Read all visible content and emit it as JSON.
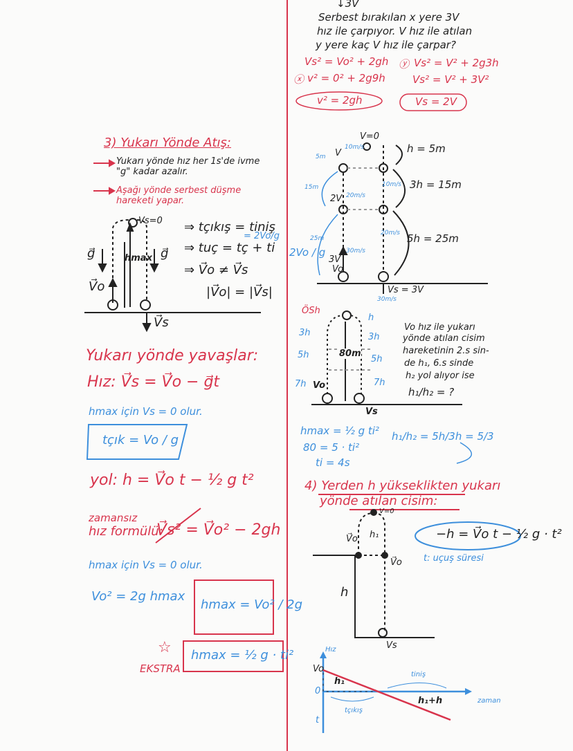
{
  "colors": {
    "red": "#d8344c",
    "blue": "#3d8fdc",
    "ink": "#222222"
  },
  "top_right": {
    "mark": "↓3V",
    "question": [
      "Serbest bırakılan x yere 3V",
      "hız ile çarpıyor. V hız ile atılan",
      "y yere kaç V hız ile çarpar?"
    ],
    "x_label": "ⓧ",
    "x_work": [
      "Vs² = Vo² + 2gh",
      "v² = 0² + 2g9h"
    ],
    "x_result": "v² = 2gh",
    "y_label": "ⓨ",
    "y_work": [
      "Vs² = V² + 2g3h",
      "Vs² = V² + 3V²"
    ],
    "y_result": "Vs = 2V"
  },
  "section3": {
    "title": "3) Yukarı Yönde Atış:",
    "bullets": [
      "Yukarı yönde hız her 1s'de ivme \"g\" kadar azalır.",
      "Aşağı yönde serbest düşme hareketi yapar."
    ],
    "diagram": {
      "top_label": "Vs=0",
      "g_left": "g⃗",
      "g_right": "g⃗",
      "hmax": "hmax",
      "v0": "V⃗o",
      "vs": "V⃗s"
    },
    "facts": [
      "⇒ tçıkış = tiniş",
      "⇒ tuç = tç + ti",
      "⇒ V⃗o ≠ V⃗s",
      "|V⃗o| = |V⃗s|"
    ],
    "tuc_blue": "= 2Vo/g"
  },
  "slowing": {
    "title": "Yukarı yönde yavaşlar:",
    "speed": "Hız:  V⃗s = V⃗o − g⃗t",
    "hmax_note": "hmax için Vs = 0 olur.",
    "t_box": "tçık = Vo / g",
    "path": "yol:  h = V⃗o t − ½ g t²",
    "timeless_label": [
      "zamansız",
      "hız formülü:"
    ],
    "timeless_formula": "V⃗s² = V⃗o² − 2gh",
    "hmax_note2": "hmax için Vs = 0 olur.",
    "vo_sq": "Vo² = 2g hmax",
    "hmax_box": "hmax = Vo² / 2g",
    "star": "☆",
    "extra": "EKSTRA",
    "extra_box": "hmax = ½ g · ti²"
  },
  "diagram_right": {
    "top": "V=0",
    "h": "h = 5m",
    "h3": "3h = 15m",
    "h5": "5h = 25m",
    "v": "V",
    "v2": "2V",
    "v3": "3V",
    "v0": "Vo",
    "vs": "Vs = 3V",
    "speeds": [
      "10m/s",
      "20m/s",
      "30m/s",
      "10m/s",
      "20m/s"
    ],
    "left_dist": [
      "5m",
      "15m",
      "25m"
    ],
    "bottom": "30m/s",
    "formula": "2Vo / g"
  },
  "example": {
    "left_labels": [
      "ÖSh",
      "3h",
      "5h",
      "7h"
    ],
    "right_labels": [
      "h",
      "3h",
      "5h",
      "7h"
    ],
    "height": "80m",
    "v0": "Vo",
    "vs": "Vs",
    "text": [
      "Vo hız ile yukarı",
      "yönde atılan cisim",
      "hareketinin 2.s sin-",
      "de h₁, 6.s sinde",
      "h₂ yol alıyor ise",
      "h₁/h₂ = ?"
    ],
    "work": [
      "hmax = ½ g ti²",
      "80 = 5 · ti²",
      "ti = 4s"
    ],
    "ratio": "h₁/h₂ = 5h/3h = 5/3"
  },
  "section4": {
    "title": [
      "4) Yerden h yükseklikten yukarı",
      "yönde atılan cisim:"
    ],
    "formula": "−h = V⃗o t − ½ g · t²",
    "note": "t: uçuş süresi",
    "labels": {
      "top": "V=0",
      "h1": "h₁",
      "v0": "V⃗o",
      "v0r": "V⃗o",
      "h": "h",
      "vs": "Vs"
    },
    "graph": {
      "yaxis": "Hız",
      "xaxis": "zaman",
      "v0": "Vo",
      "zero": "0",
      "neg": "t",
      "h1": "h₁",
      "h1h": "h₁+h",
      "tcik": "tçıkış",
      "tinis": "tiniş"
    }
  }
}
